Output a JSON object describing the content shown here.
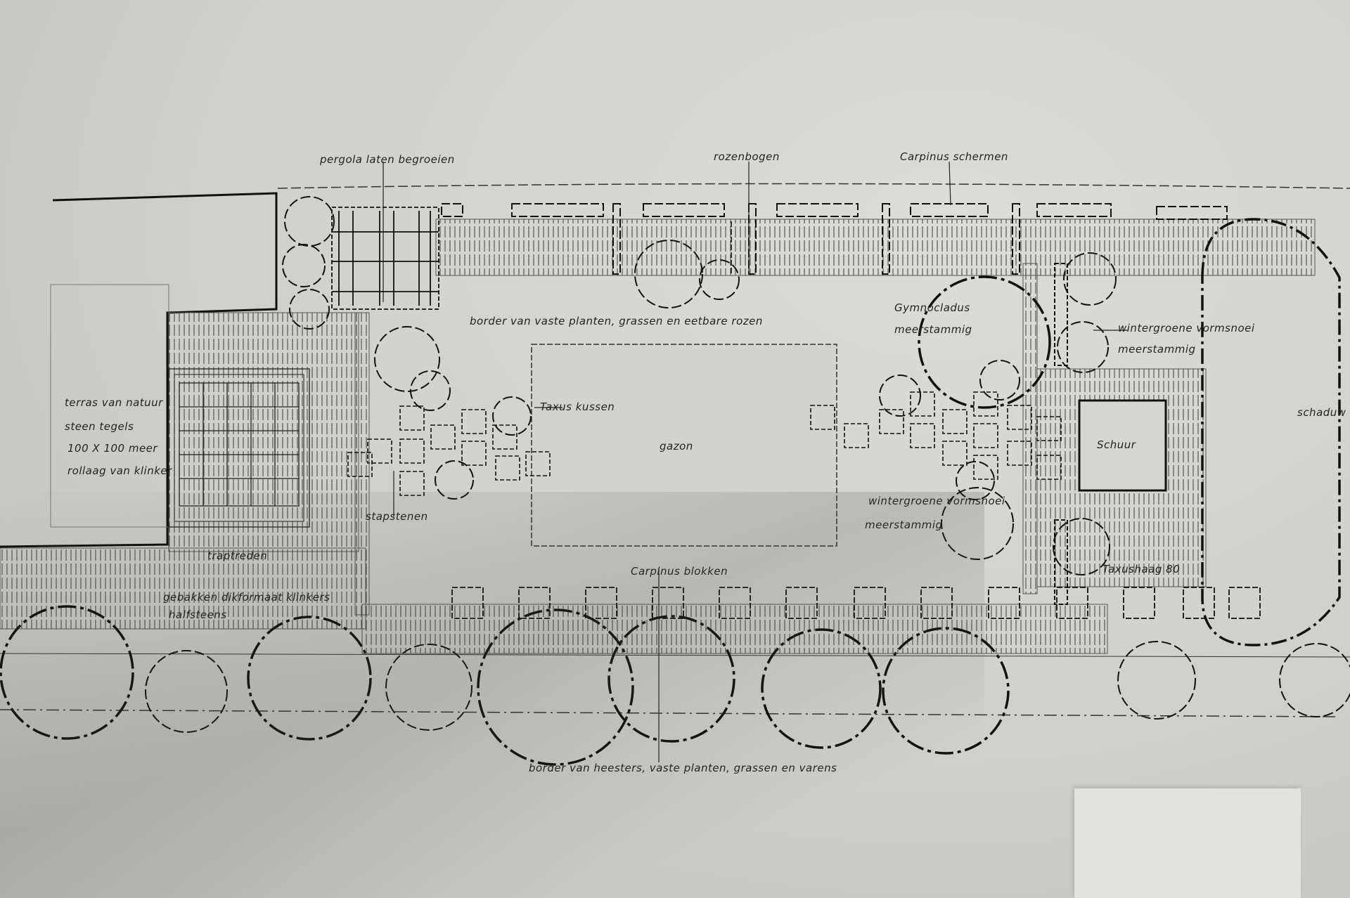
{
  "labels": {
    "pergola": "pergola laten begroeien",
    "rozenbogen": "rozenbogen",
    "carpinus_schermen": "Carpinus schermen",
    "border_top": "border van vaste planten, grassen en eetbare rozen",
    "gymnocladus": "Gymnocladus",
    "gymnocladus_sub": "meerstammig",
    "wintergroen_top": "wintergroene vormsnoei",
    "wintergroen_top_sub": "meerstammig",
    "terras_1": "terras van natuur",
    "terras_2": "steen tegels",
    "terras_3": "100 X 100 meer",
    "terras_4": "rollaag van klinker",
    "taxus_kussen": "Taxus kussen",
    "gazon": "gazon",
    "schuur": "Schuur",
    "schaduw": "schaduw",
    "stapstenen": "stapstenen",
    "wintergroen_mid": "wintergroene vormsnoei",
    "wintergroen_mid_sub": "meerstammig",
    "traptreden": "traptreden",
    "taxushaag": "Taxushaag 80",
    "carpinus_blokken": "Carpinus blokken",
    "gebakken_1": "gebakken dikformaat klinkers",
    "gebakken_2": "halfsteens",
    "border_bottom": "border van heesters, vaste planten, grassen en varens"
  },
  "colors": {
    "ink": "#151515",
    "pencil": "#333333",
    "hatch": "#555555"
  }
}
